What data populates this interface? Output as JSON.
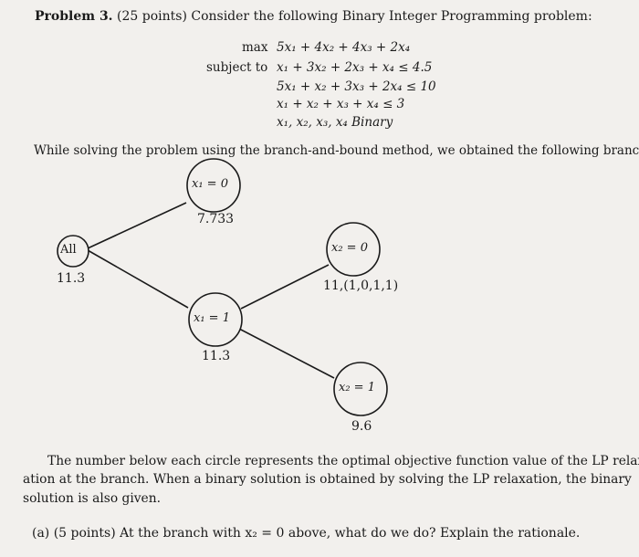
{
  "problem": {
    "header": "Problem 3.",
    "points": "(25 points)",
    "intro": "Consider the following Binary Integer Programming problem:",
    "max_kw": "max",
    "objective": "5x₁ + 4x₂ + 4x₃ + 2x₄",
    "subject_kw": "subject to",
    "c1": "x₁ + 3x₂ + 2x₃ + x₄ ≤ 4.5",
    "c2": "5x₁ + x₂ + 3x₃ + 2x₄ ≤ 10",
    "c3": "x₁ + x₂ + x₃ + x₄ ≤ 3",
    "binary": "x₁, x₂, x₃, x₄ Binary"
  },
  "branch_intro": "While solving the problem using the branch-and-bound method, we obtained the following branches:",
  "tree": {
    "root_label": "All",
    "root_value": "11.3",
    "n1_label": "x₁ = 0",
    "n1_value": "7.733",
    "n2_label": "x₁ = 1",
    "n2_value": "11.3",
    "n3_label": "x₂ = 0",
    "n3_value": "11,(1,0,1,1)",
    "n4_label": "x₂ = 1",
    "n4_value": "9.6"
  },
  "explanation": {
    "line1": "The number below each circle represents the optimal objective function value of the LP relax-",
    "line2": "ation at the branch. When a binary solution is obtained by solving the LP relaxation, the binary",
    "line3": "solution is also given."
  },
  "question_a": "(a) (5 points) At the branch with x₂ = 0 above, what do we do? Explain the rationale."
}
